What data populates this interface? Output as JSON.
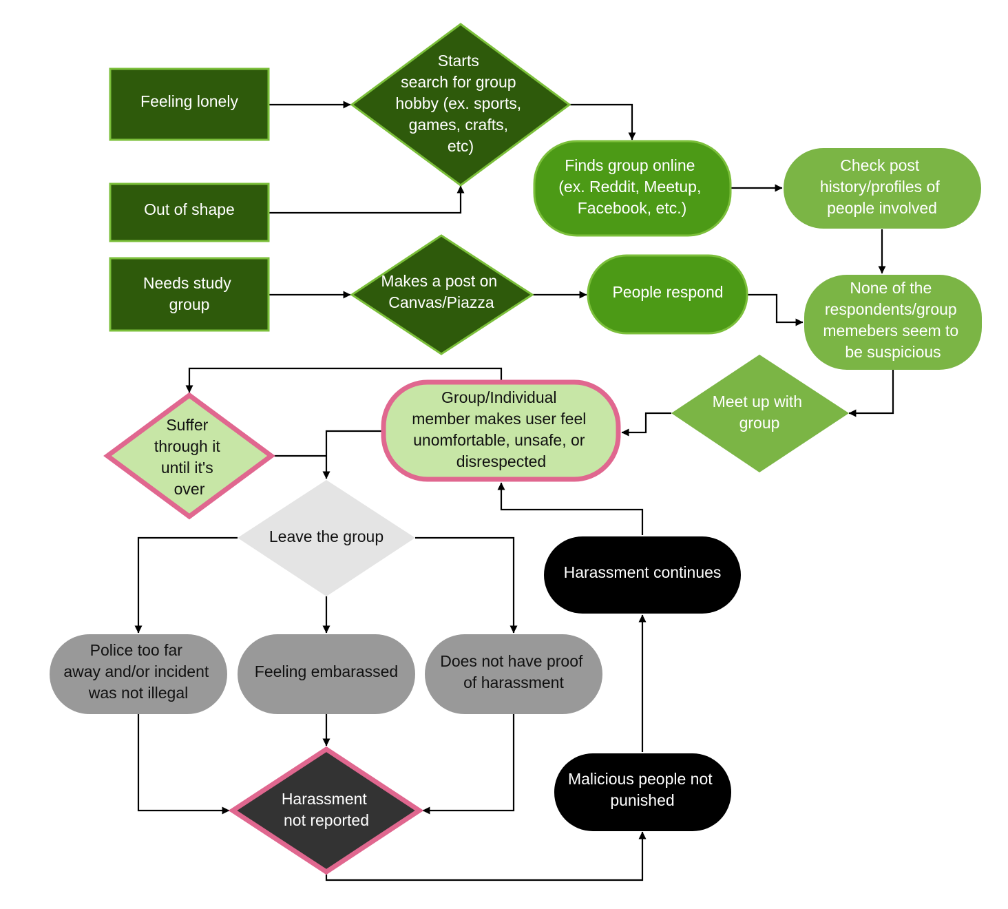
{
  "colors": {
    "dark_green": "#2e5a0b",
    "mid_green": "#4c9a16",
    "light_green": "#7bb545",
    "pale_green": "#c7e6a6",
    "node_border_green": "#7bbf3a",
    "pink_border": "#e0678f",
    "light_gray": "#e4e4e4",
    "gray": "#999999",
    "near_black": "#333333",
    "black": "#000000"
  },
  "nodes": {
    "feeling_lonely": {
      "lines": [
        "Feeling lonely"
      ]
    },
    "out_of_shape": {
      "lines": [
        "Out of shape"
      ]
    },
    "needs_study_group": {
      "lines": [
        "Needs study",
        "group"
      ]
    },
    "starts_search": {
      "lines": [
        "Starts",
        "search for group",
        "hobby (ex. sports,",
        "games, crafts,",
        "etc)"
      ]
    },
    "makes_post": {
      "lines": [
        "Makes a post on",
        "Canvas/Piazza"
      ]
    },
    "finds_group_online": {
      "lines": [
        "Finds group online",
        "(ex. Reddit, Meetup,",
        "Facebook, etc.)"
      ]
    },
    "check_post_history": {
      "lines": [
        "Check post",
        "history/profiles of",
        "people involved"
      ]
    },
    "people_respond": {
      "lines": [
        "People respond"
      ]
    },
    "none_suspicious": {
      "lines": [
        "None of the",
        "respondents/group",
        "memebers seem to",
        "be suspicious"
      ]
    },
    "meet_up": {
      "lines": [
        "Meet up with",
        "group"
      ]
    },
    "uncomfortable": {
      "lines": [
        "Group/Individual",
        "member makes user feel",
        "unomfortable, unsafe, or",
        "disrespected"
      ]
    },
    "suffer_through": {
      "lines": [
        "Suffer",
        "through it",
        "until it's",
        "over"
      ]
    },
    "leave_group": {
      "lines": [
        "Leave the group"
      ]
    },
    "police_too_far": {
      "lines": [
        "Police too far",
        "away and/or incident",
        "was not illegal"
      ]
    },
    "feeling_embarassed": {
      "lines": [
        "Feeling embarassed"
      ]
    },
    "no_proof": {
      "lines": [
        "Does not have proof",
        "of harassment"
      ]
    },
    "harassment_not_reported": {
      "lines": [
        "Harassment",
        "not reported"
      ]
    },
    "malicious_not_punished": {
      "lines": [
        "Malicious people not",
        "punished"
      ]
    },
    "harassment_continues": {
      "lines": [
        "Harassment continues"
      ]
    }
  }
}
